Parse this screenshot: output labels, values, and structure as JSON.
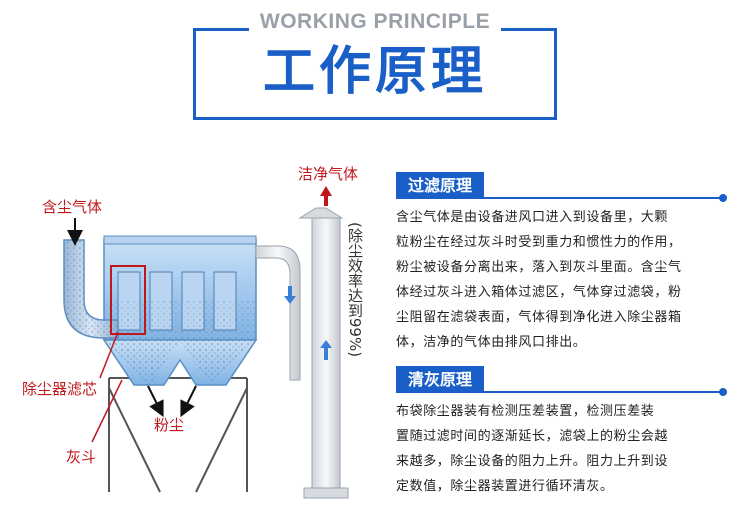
{
  "header": {
    "title_en": "WORKING PRINCIPLE",
    "title_zh": "工作原理"
  },
  "diagram": {
    "labels": {
      "dusty_gas": "含尘气体",
      "clean_gas": "洁净气体",
      "filter_core": "除尘器滤芯",
      "dust": "粉尘",
      "hopper": "灰斗",
      "efficiency_note": "(除尘效率达到99%)"
    },
    "colors": {
      "body_fill": "#9fc8ef",
      "body_stroke": "#5a8fc4",
      "duct_fill": "#e8ebef",
      "flow_arrow": "#3a7fd6",
      "label_red": "#c0171c",
      "frame": "#c0171c"
    }
  },
  "sections": [
    {
      "heading": "过滤原理",
      "lines": [
        "含尘气体是由设备进风口进入到设备里，大颗",
        "粒粉尘在经过灰斗时受到重力和惯性力的作用，",
        "粉尘被设备分离出来，落入到灰斗里面。含尘气",
        "体经过灰斗进入箱体过滤区，气体穿过滤袋，粉",
        "尘阻留在滤袋表面，气体得到净化进入除尘器箱",
        "体，洁净的气体由排风口排出。"
      ]
    },
    {
      "heading": "清灰原理",
      "lines": [
        "布袋除尘器装有检测压差装置，检测压差装",
        "置随过滤时间的逐渐延长，滤袋上的粉尘会越",
        "来越多，除尘设备的阻力上升。阻力上升到设",
        "定数值，除尘器装置进行循环清灰。"
      ]
    }
  ],
  "theme": {
    "accent": "#1a5fc8",
    "title_gray": "#9aa0a8"
  }
}
